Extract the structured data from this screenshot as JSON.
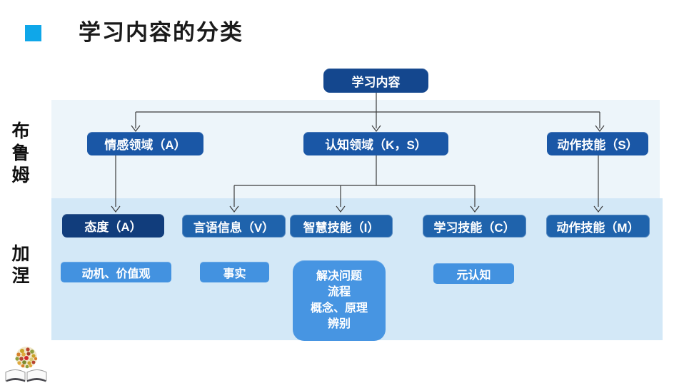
{
  "slide": {
    "title": "学习内容的分类"
  },
  "side_labels": {
    "bloom": "布鲁姆",
    "gagne": "加涅"
  },
  "diagram": {
    "root": {
      "label": "学习内容"
    },
    "level2": {
      "affective": "情感领域（A）",
      "cognitive": "认知领域（K，S）",
      "motor": "动作技能（S）"
    },
    "level3": {
      "attitude": "态度（A）",
      "verbal_info": "言语信息（V）",
      "intellectual_skills": "智慧技能（I）",
      "learning_skills": "学习技能（C）",
      "motor_skills": "动作技能（M）"
    },
    "level4": {
      "motivation": "动机、价值观",
      "facts": "事实",
      "problem_box_lines": [
        "解决问题",
        "流程",
        "概念、原理",
        "辨别"
      ],
      "metacognition": "元认知"
    }
  },
  "colors": {
    "accent_bullet": "#0FA7E9",
    "panel_top": "#EDF5FA",
    "panel_bottom": "#D3E8F7",
    "root_box": "#14478E",
    "level2_box": "#1A57A6",
    "level3_dark_box": "#113D7C",
    "level3_box": "#1F63AC",
    "level4_box": "#4392E0",
    "connector": "#3C3C3C",
    "title_text": "#1A1A1A"
  },
  "icons": {
    "logo": "open-book-with-flower-ball-logo"
  }
}
